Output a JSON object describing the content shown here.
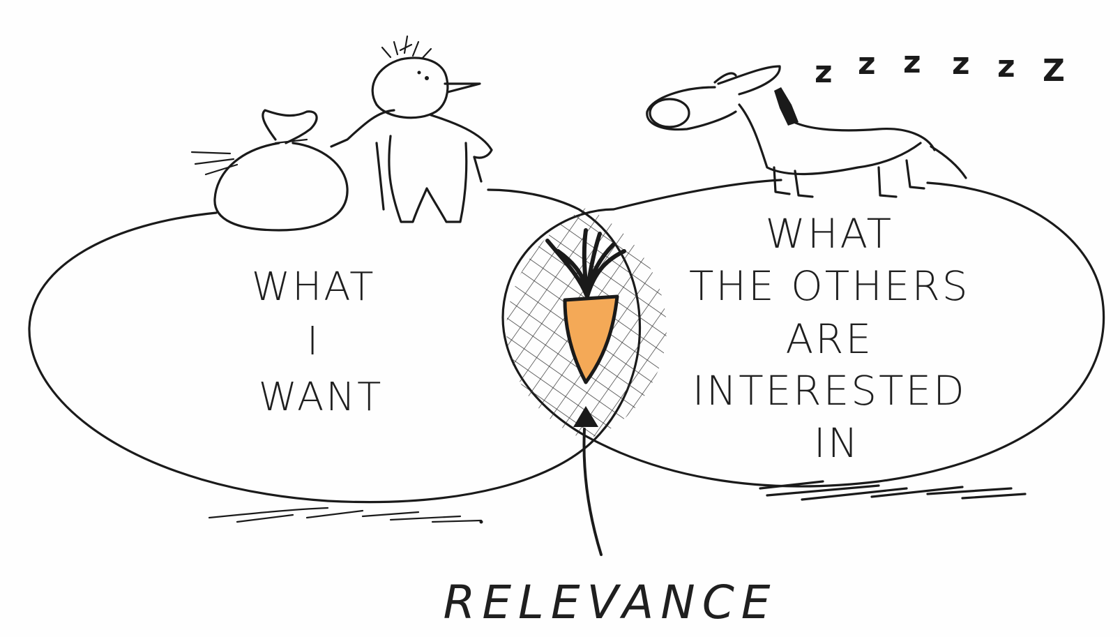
{
  "diagram": {
    "left_set": {
      "label_lines": [
        "WHAT",
        "I",
        "WANT"
      ]
    },
    "right_set": {
      "label_lines": [
        "WHAT",
        "THE OTHERS",
        "ARE",
        "INTERESTED",
        "IN"
      ]
    },
    "intersection": {
      "label": "RELEVANCE"
    },
    "sleep_marks": [
      "z",
      "z",
      "z",
      "z",
      "z",
      "Z"
    ]
  },
  "colors": {
    "ink": "#1a1a1a",
    "carrot": "#f4a957",
    "background": "#fefefe"
  },
  "icons": [
    "person-icon",
    "sack-icon",
    "donkey-icon",
    "carrot-icon",
    "arrow-icon"
  ]
}
